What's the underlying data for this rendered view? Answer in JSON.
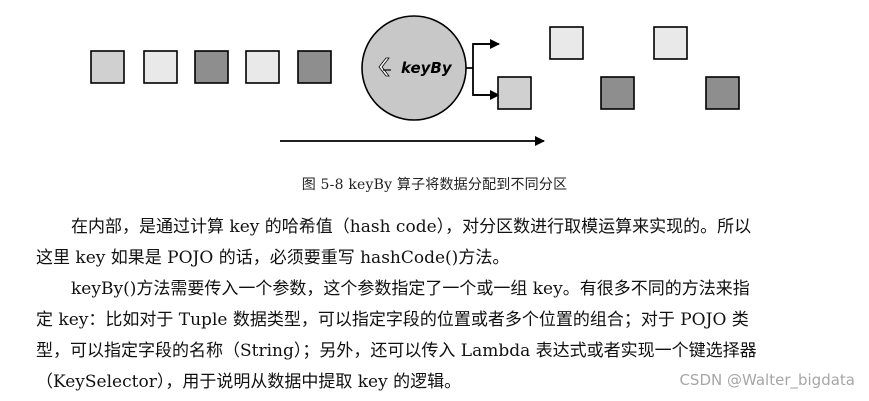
{
  "figure": {
    "operator_label": "keyBy",
    "colors": {
      "light": "#e9e9e9",
      "mid": "#d0d0d0",
      "dark": "#8e8e8e",
      "circle": "#c8c8c8",
      "stroke": "#000000"
    },
    "input_blocks": [
      "mid",
      "light",
      "dark",
      "light",
      "dark"
    ],
    "output_upper_blocks": [
      "light",
      "light"
    ],
    "output_lower_blocks": [
      "mid",
      "dark",
      "dark"
    ]
  },
  "caption": "图 5-8 keyBy 算子将数据分配到不同分区",
  "paragraph1": {
    "line1": "在内部，是通过计算 key 的哈希值（hash code），对分区数进行取模运算来实现的。所以",
    "line2": "这里 key 如果是 POJO 的话，必须要重写 hashCode()方法。"
  },
  "paragraph2": {
    "line1": "keyBy()方法需要传入一个参数，这个参数指定了一个或一组 key。有很多不同的方法来指",
    "line2": "定 key：比如对于 Tuple 数据类型，可以指定字段的位置或者多个位置的组合；对于 POJO 类",
    "line3": "型，可以指定字段的名称（String）；另外，还可以传入 Lambda 表达式或者实现一个键选择器",
    "line4": "（KeySelector），用于说明从数据中提取 key 的逻辑。"
  },
  "watermark": "CSDN @Walter_bigdata"
}
